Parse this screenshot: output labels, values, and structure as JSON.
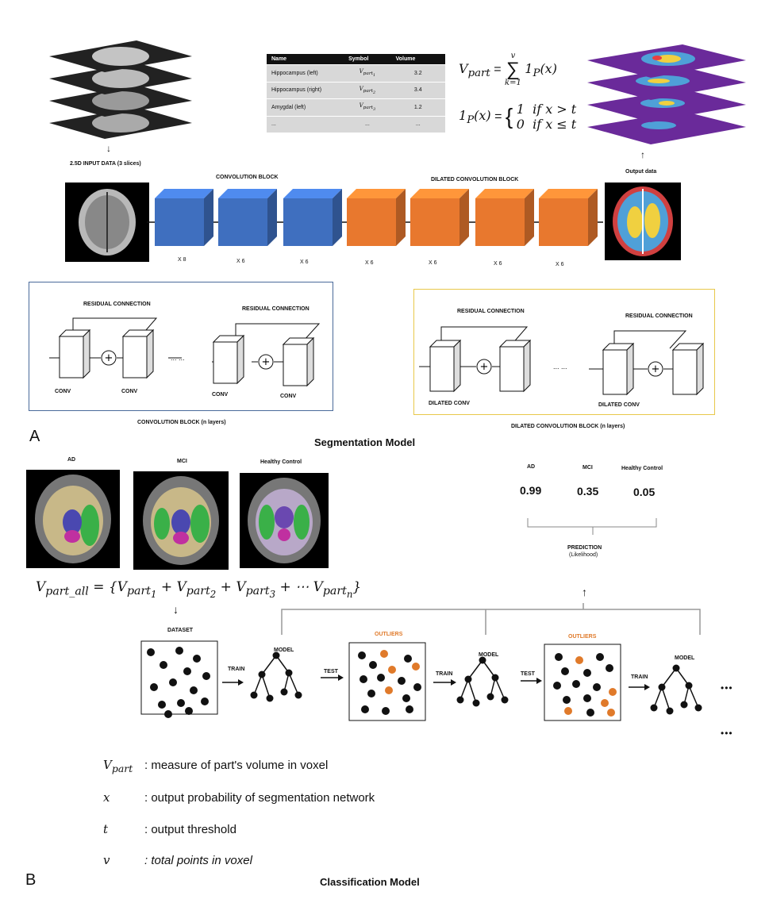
{
  "panelA": {
    "letter": "A",
    "caption": "Segmentation Model",
    "input_label": "2.5D INPUT DATA (3 slices)",
    "output_label": "Output data",
    "conv_block_title": "CONVOLUTION BLOCK",
    "dilated_block_title": "DILATED CONVOLUTION BLOCK",
    "multipliers": [
      "X 8",
      "X 6",
      "X 6",
      "X 6",
      "X 6",
      "X 6",
      "X 6"
    ],
    "table": {
      "headers": [
        "Name",
        "Symbol",
        "Volume"
      ],
      "rows": [
        {
          "name": "Hippocampus (left)",
          "symbol": "Vpart1",
          "volume": "3.2"
        },
        {
          "name": "Hippocampus (right)",
          "symbol": "Vpart2",
          "volume": "3.4"
        },
        {
          "name": "Amygdal (left)",
          "symbol": "Vpart3",
          "volume": "1.2"
        },
        {
          "name": "...",
          "symbol": "...",
          "volume": "..."
        }
      ]
    },
    "conv_detail": {
      "residual_1": "RESIDUAL CONNECTION",
      "residual_2": "RESIDUAL CONNECTION",
      "conv_1": "CONV",
      "conv_2": "CONV",
      "conv_3": "CONV",
      "conv_4": "CONV",
      "ellipsis": "... ...",
      "caption": "CONVOLUTION BLOCK (n layers)"
    },
    "dilated_detail": {
      "residual_1": "RESIDUAL CONNECTION",
      "residual_2": "RESIDUAL CONNECTION",
      "conv_1": "DILATED CONV",
      "conv_2": "DILATED CONV",
      "ellipsis": "... ...",
      "caption": "DILATED CONVOLUTION BLOCK (n layers)"
    }
  },
  "panelB": {
    "letter": "B",
    "caption": "Classification Model",
    "groups": [
      "AD",
      "MCI",
      "Healthy Control"
    ],
    "prediction": {
      "labels": [
        "AD",
        "MCI",
        "Healthy Control"
      ],
      "values": [
        "0.99",
        "0.35",
        "0.05"
      ],
      "title": "PREDICTION",
      "subtitle": "(Likelihood)"
    },
    "flow": {
      "dataset": "DATASET",
      "train_1": "TRAIN",
      "model_1": "MODEL",
      "test_1": "TEST",
      "outliers_1": "OUTLIERS",
      "train_2": "TRAIN",
      "model_2": "MODEL",
      "test_2": "TEST",
      "outliers_2": "OUTLIERS",
      "train_3": "TRAIN",
      "model_3": "MODEL",
      "ellipsis_1": "•••",
      "ellipsis_2": "•••"
    },
    "legend": [
      {
        "symbol": "Vpart",
        "text": ": measure of part's volume in voxel"
      },
      {
        "symbol": "x",
        "text": ": output probability of segmentation network"
      },
      {
        "symbol": "t",
        "text": ": output threshold"
      },
      {
        "symbol": "v",
        "text": ": total points in voxel"
      }
    ]
  },
  "colors": {
    "conv": "#3f6fbf",
    "dilated": "#e8782e",
    "outlier": "#e07a2a",
    "conv_frame": "#4a6a9a",
    "dilated_frame": "#e8c84a",
    "volume_purple": "#6a2a9a"
  }
}
